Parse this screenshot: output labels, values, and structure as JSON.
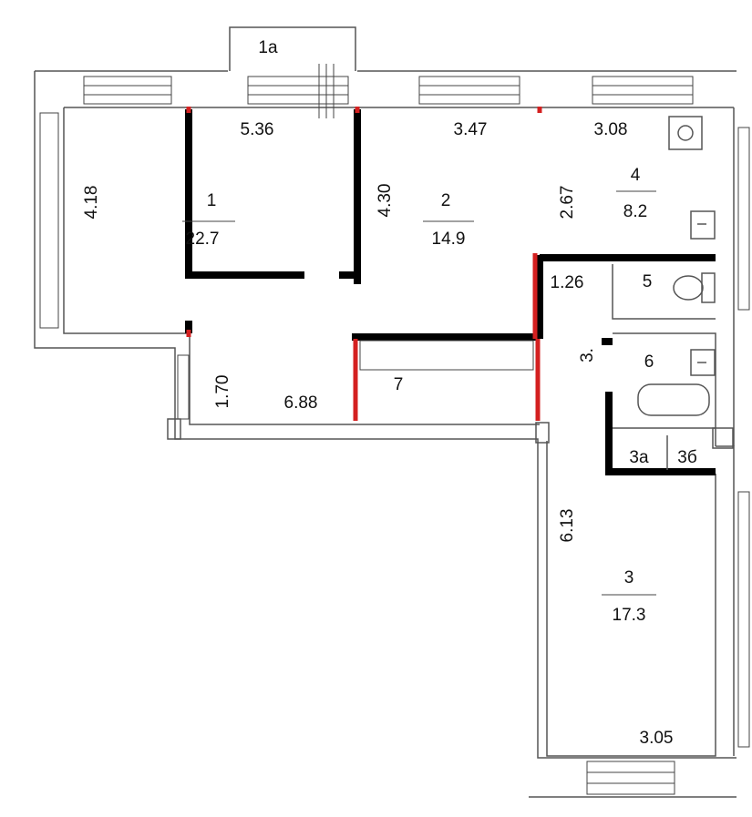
{
  "rooms": [
    {
      "id": "1",
      "area": "22.7"
    },
    {
      "id": "2",
      "area": "14.9"
    },
    {
      "id": "3",
      "area": "17.3"
    },
    {
      "id": "4",
      "area": "8.2"
    },
    {
      "id": "5"
    },
    {
      "id": "6"
    },
    {
      "id": "7"
    },
    {
      "id": "1a"
    },
    {
      "id": "3a"
    },
    {
      "id": "3б"
    }
  ],
  "dimensions": [
    "5.36",
    "3.47",
    "3.08",
    "4.18",
    "4.30",
    "2.67",
    "1.26",
    "3.",
    "1.70",
    "6.88",
    "6.13",
    "3.05"
  ],
  "colors": {
    "wall": "#000000",
    "new_wall": "#d42020",
    "outline": "#555555"
  },
  "fixture_icons": [
    "stove-icon",
    "sink-icon",
    "toilet-icon",
    "bathtub-icon"
  ]
}
